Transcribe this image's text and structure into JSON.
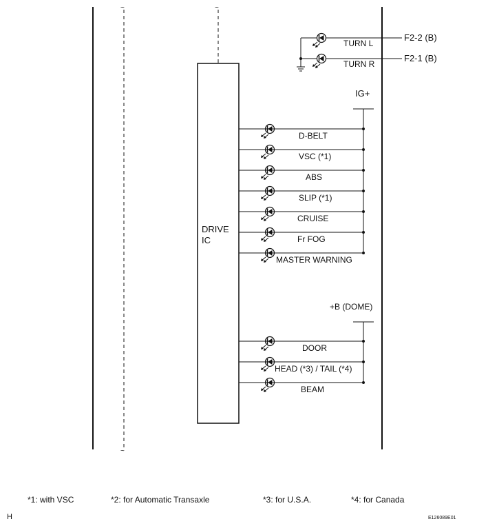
{
  "drive_ic": {
    "line1": "DRIVE",
    "line2": "IC"
  },
  "turn": {
    "left_label": "TURN L",
    "right_label": "TURN R",
    "left_terminal": "F2-2 (B)",
    "right_terminal": "F2-1 (B)"
  },
  "ig_group": {
    "supply": "IG+",
    "lamps": [
      "D-BELT",
      "VSC (*1)",
      "ABS",
      "SLIP (*1)",
      "CRUISE",
      "Fr FOG",
      "MASTER WARNING"
    ]
  },
  "dome_group": {
    "supply": "+B (DOME)",
    "lamps": [
      "DOOR",
      "HEAD (*3) / TAIL (*4)",
      "BEAM"
    ]
  },
  "footnotes": [
    "*1: with VSC",
    "*2: for Automatic Transaxle",
    "*3: for U.S.A.",
    "*4: for Canada"
  ],
  "corner_left": "H",
  "corner_right": "E126089E01"
}
